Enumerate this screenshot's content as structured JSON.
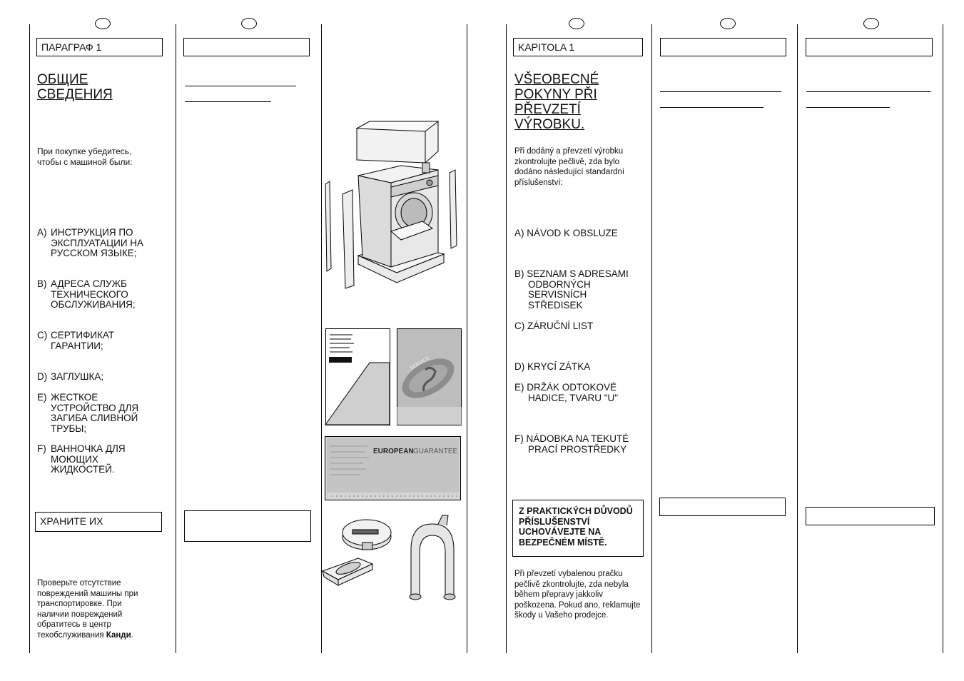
{
  "ru": {
    "section_label": "ПАРАГРАФ 1",
    "title_line1": "ОБЩИЕ",
    "title_line2": "СВЕДЕНИЯ",
    "intro": "При покупке убедитесь, чтобы с машиной были:",
    "items": [
      {
        "letter": "A)",
        "text": "ИНСТРУКЦИЯ ПО ЭКСПЛУАТАЦИИ НА РУССКОМ ЯЗЫКЕ;"
      },
      {
        "letter": "B)",
        "text": "АДРЕСА СЛУЖБ ТЕХНИЧЕСКОГО ОБСЛУЖИВАНИЯ;"
      },
      {
        "letter": "C)",
        "text": "СЕРТИФИКАТ ГАРАНТИИ;"
      },
      {
        "letter": "D)",
        "text": "ЗАГЛУШКА;"
      },
      {
        "letter": "E)",
        "text": "ЖЕСТКОЕ УСТРОЙСТВО ДЛЯ ЗАГИБА СЛИВНОЙ ТРУБЫ;"
      },
      {
        "letter": "F)",
        "text": "ВАННОЧКА ДЛЯ МОЮЩИХ ЖИДКОСТЕЙ."
      }
    ],
    "keep_label": "ХРАНИТЕ ИХ",
    "check_text": "Проверьте отсутствие повреждений машины при транспортировке. При наличии повреждений обратитесь в центр техобслуживания ",
    "check_brand": "Канди",
    "check_end": "."
  },
  "cz": {
    "section_label": "KAPITOLA 1",
    "title_lines": [
      "VŠEOBECNÉ",
      "POKYNY PŘI",
      "PŘEVZETÍ",
      "VÝROBKU."
    ],
    "intro": "Při dodáný a převzetí výrobku zkontrolujte pečlivě, zda bylo dodáno následující standardní příslušenství:",
    "items": [
      {
        "letter": "A)",
        "first": "NÁVOD K OBSLUZE",
        "rest": ""
      },
      {
        "letter": "B)",
        "first": "SEZNAM S ADRESAMI",
        "rest": "ODBORNÝCH SERVISNÍCH STŘEDISEK"
      },
      {
        "letter": "C)",
        "first": "ZÁRUČNÍ LIST",
        "rest": ""
      },
      {
        "letter": "D)",
        "first": "KRYCÍ ZÁTKA",
        "rest": ""
      },
      {
        "letter": "E)",
        "first": "DRŽÁK ODTOKOVÉ",
        "rest": "HADICE, TVARU \"U\""
      },
      {
        "letter": "F)",
        "first": "NÁDOBKA NA TEKUTÉ",
        "rest": "PRACÍ PROSTŘEDKY"
      }
    ],
    "note": "Z PRAKTICKÝCH DŮVODŮ PŘÍSLUŠENSTVÍ UCHOVÁVEJTE NA BEZPEČNÉM MÍSTĚ.",
    "check_text": "Při převzetí vybalenou pračku pečlivě zkontrolujte, zda nebyla během přepravy jakkoliv poškozena. Pokud ano, reklamujte škody u Vašeho prodejce."
  },
  "illustrations": {
    "guarantee_brand": "EUROPEAN",
    "guarantee_word": "GUARANTEE",
    "service_word": "SERVICE"
  }
}
